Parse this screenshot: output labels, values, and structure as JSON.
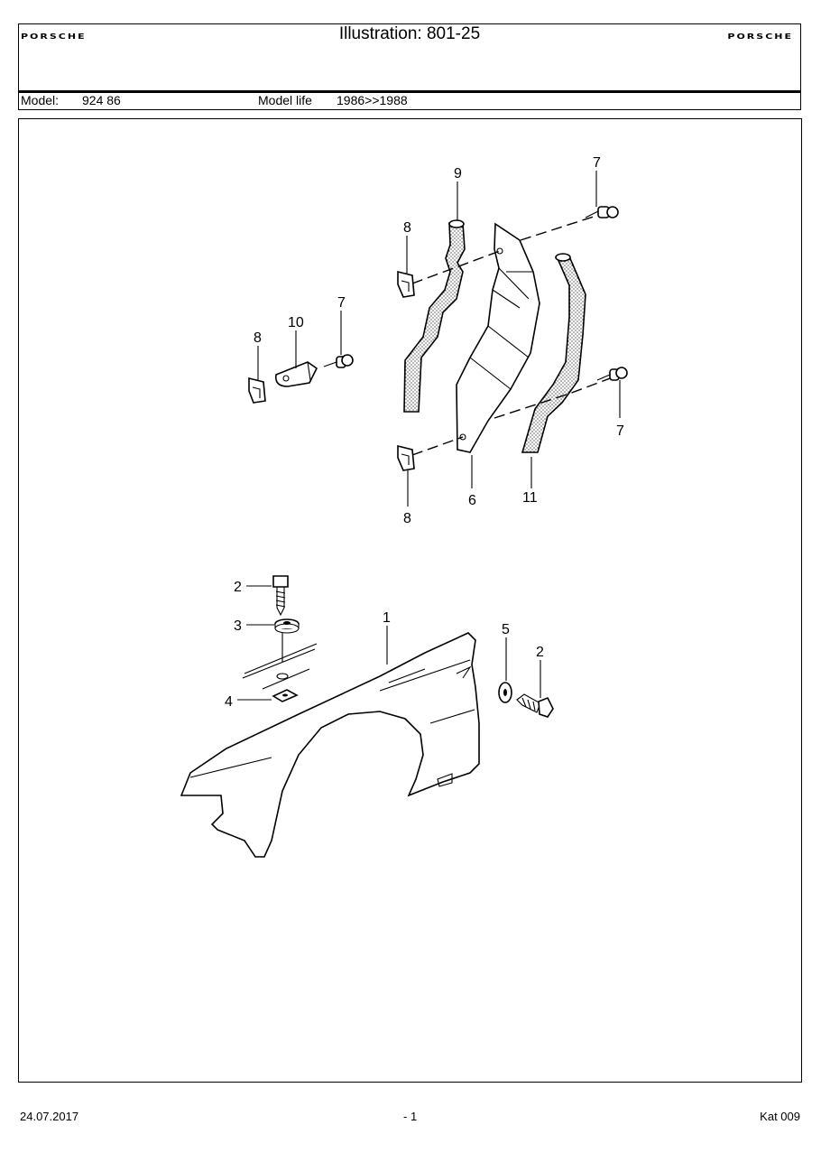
{
  "header": {
    "brand_left": "PORSCHE",
    "brand_right": "PORSCHE",
    "illustration_title": "Illustration: 801-25",
    "model_label": "Model:",
    "model_value": "924 86",
    "model_life_label": "Model life",
    "model_life_value": "1986>>1988"
  },
  "callouts": {
    "fender": "1",
    "screw_left": "2",
    "washer_left": "3",
    "clip_nut": "4",
    "washer_right": "5",
    "screw_right": "2",
    "wheelhouse_cover": "6",
    "bolt_top": "7",
    "bolt_middle_left": "7",
    "bolt_middle_right": "7",
    "clip_top": "8",
    "clip_left": "8",
    "clip_bottom": "8",
    "seal_left": "9",
    "bracket": "10",
    "seal_right": "11"
  },
  "footer": {
    "date": "24.07.2017",
    "page": "- 1",
    "catalog": "Kat 009"
  }
}
